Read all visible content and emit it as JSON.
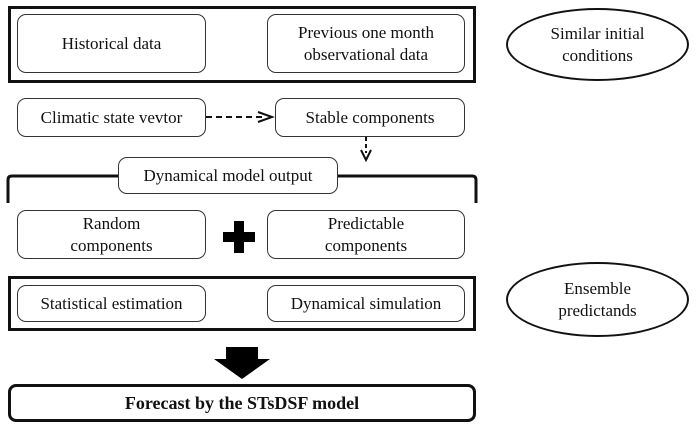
{
  "top_group": {
    "historical_data": "Historical data",
    "previous_month": "Previous one month\nobservational data"
  },
  "similar_initial_conditions": "Similar initial\nconditions",
  "climatic_state_vector": "Climatic state vevtor",
  "stable_components": "Stable components",
  "dynamical_model_output": "Dynamical model output",
  "random_components": "Random\ncomponents",
  "predictable_components": "Predictable\ncomponents",
  "bottom_group": {
    "statistical_estimation": "Statistical estimation",
    "dynamical_simulation": "Dynamical simulation"
  },
  "ensemble_predictands": "Ensemble\npredictands",
  "forecast": "Forecast by the STsDSF model"
}
